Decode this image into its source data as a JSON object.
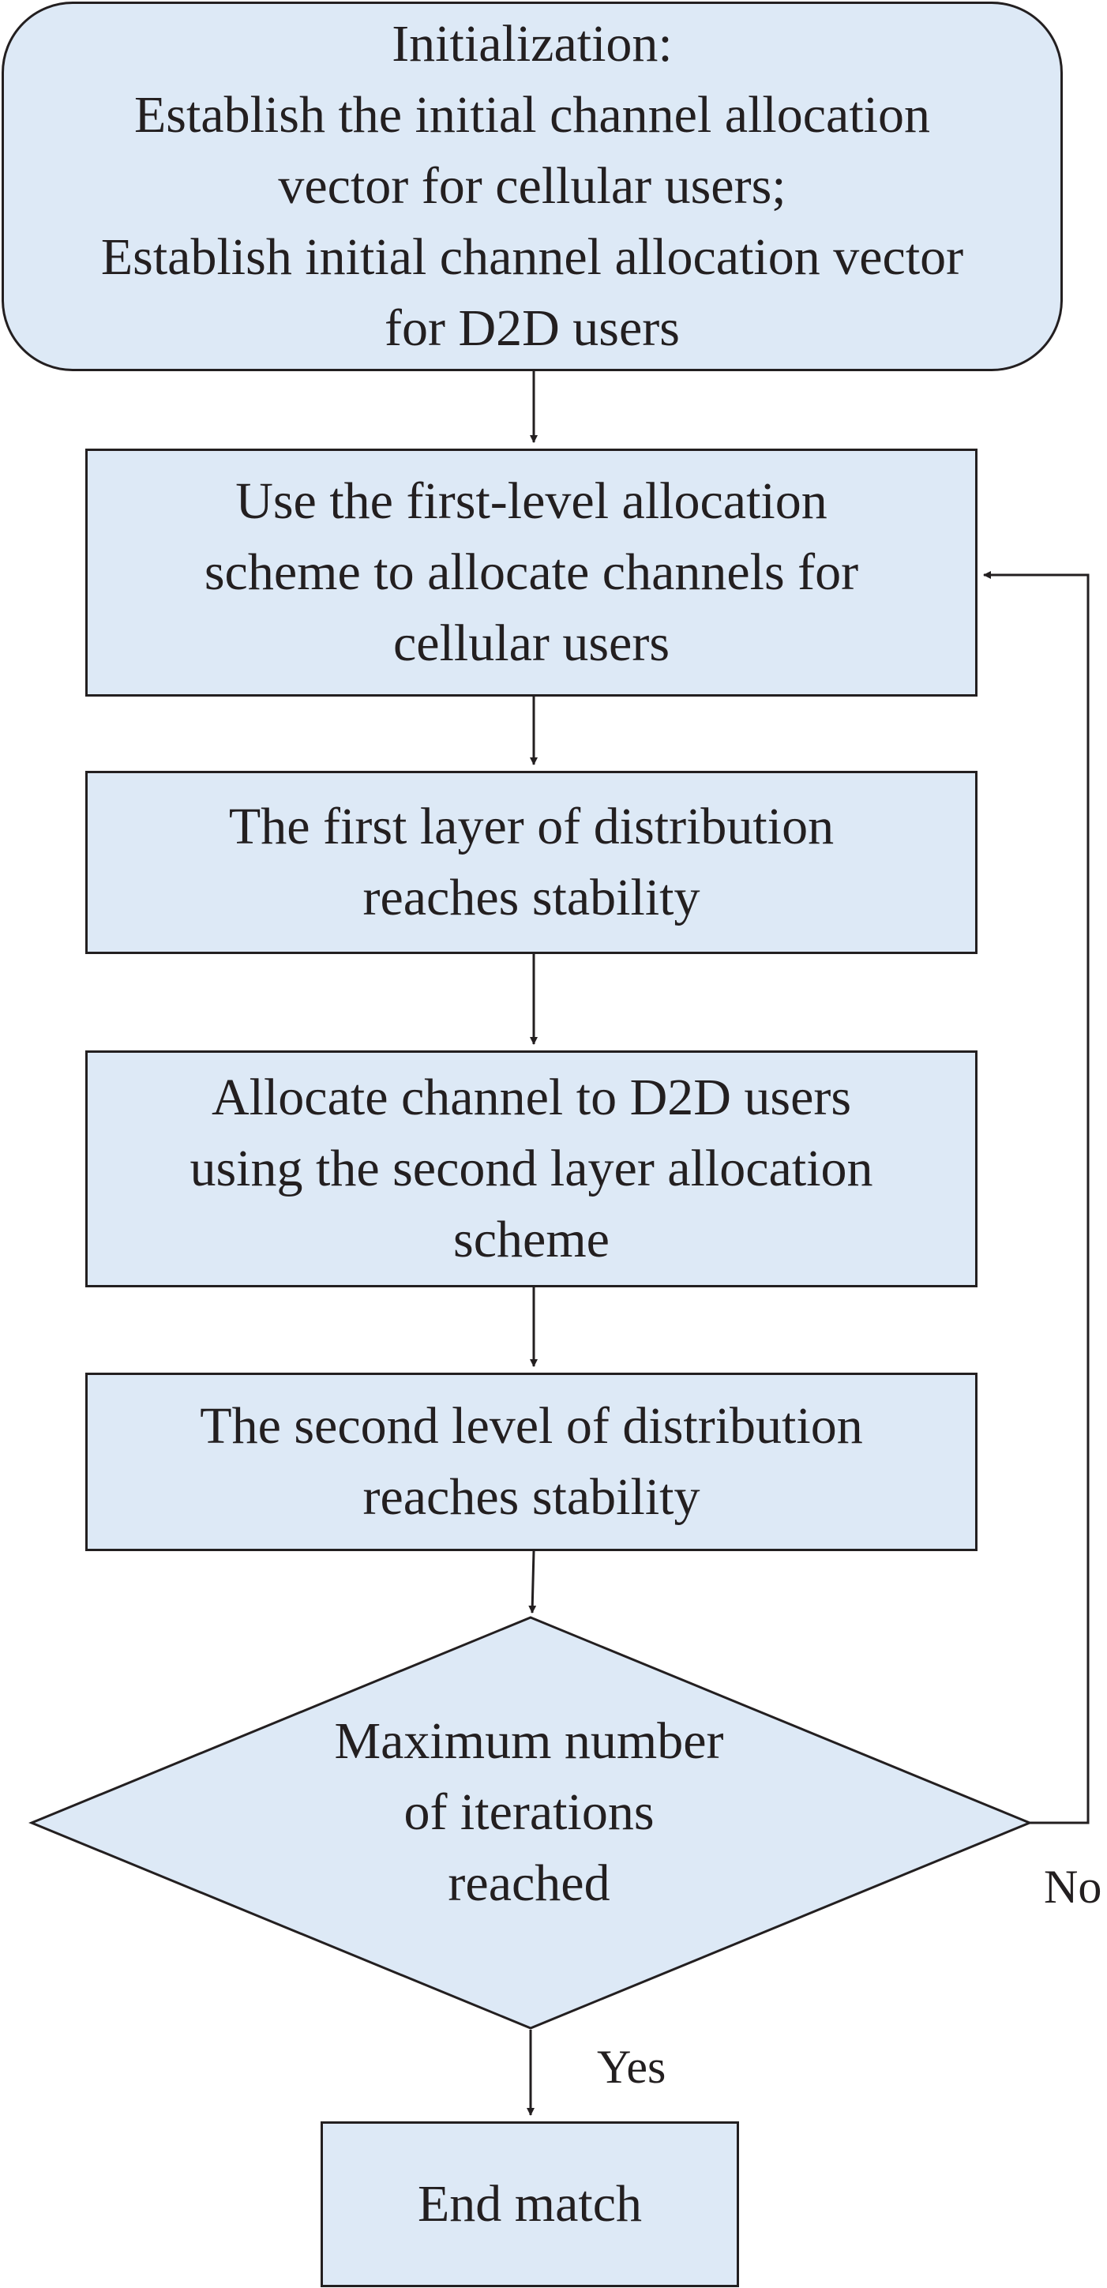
{
  "colors": {
    "node_fill": "#dde9f6",
    "stroke": "#231f20",
    "text": "#231f20"
  },
  "nodes": {
    "init": "Initialization:\nEstablish the initial channel allocation\nvector for cellular users;\nEstablish initial channel allocation vector\nfor D2D users",
    "first_level": "Use the first-level allocation\nscheme to allocate channels for\ncellular users",
    "first_stable": "The first layer of distribution\nreaches stability",
    "second_alloc": "Allocate channel to D2D users\nusing the second layer allocation\nscheme",
    "second_stable": "The second level of distribution\nreaches stability",
    "decision": "Maximum number\nof iterations\nreached",
    "end": "End match"
  },
  "edges": {
    "no": "No",
    "yes": "Yes"
  }
}
